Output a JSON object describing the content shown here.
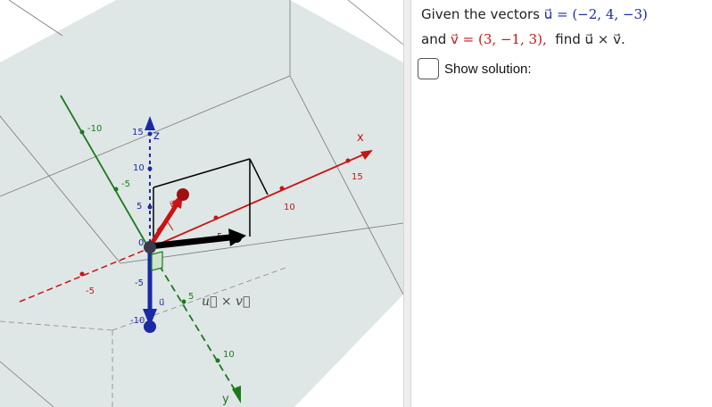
{
  "graphics": {
    "x_axis_ticks": [
      "-5",
      "5",
      "10",
      "15"
    ],
    "y_axis_ticks": [
      "-10",
      "-5",
      "5",
      "10"
    ],
    "z_axis_ticks": [
      "15",
      "10",
      "5",
      "0",
      "-5",
      "-10"
    ],
    "x_axis_label": "x",
    "y_axis_label": "y",
    "z_axis_label": "z",
    "vector_u_label": "u⃗",
    "vector_v_label": "v⃗",
    "cross_product_label": "u⃗ × v⃗",
    "colors": {
      "x_axis": "#c81414",
      "y_axis": "#1a7a1a",
      "z_axis": "#1a2aa6",
      "plane": "#dfe6e6",
      "result_vector": "#000000"
    }
  },
  "panel": {
    "line1_prefix": "Given the vectors ",
    "u_vec": "u⃗ = (−2, 4, −3)",
    "line2_prefix": "and ",
    "v_vec": "v⃗ = (3, −1, 3),",
    "find_text": "find ",
    "cross_expr": "u⃗ × v⃗.",
    "show_solution_label": "Show solution:"
  }
}
